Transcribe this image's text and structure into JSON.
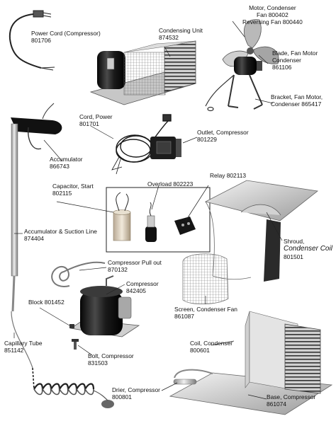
{
  "colors": {
    "ink": "#111111",
    "leader": "#222222",
    "metal_light": "#e4e4e4",
    "metal_mid": "#a9a9a9",
    "metal_dark": "#4a4a4a",
    "black": "#141414"
  },
  "parts": {
    "power_cord_compressor": {
      "line1": "Power Cord (Compressor)",
      "line2": "801706",
      "icon": "power-cord-icon"
    },
    "condensing_unit": {
      "line1": "Condensing Unit",
      "line2": "874532",
      "icon": "condensing-unit-icon"
    },
    "motor_condenser": {
      "line1": "Motor, Condenser",
      "line2": "Fan 800402",
      "line3": "Reversing Fan 800440",
      "icon": "fan-motor-icon"
    },
    "blade_fan_motor": {
      "line1": "Blade, Fan Motor",
      "line2": "Condenser",
      "line3": "861106",
      "icon": "fan-blade-icon"
    },
    "bracket_fan_motor": {
      "line1": "Bracket, Fan Motor,",
      "line2": "Condenser 865417",
      "icon": "bracket-icon"
    },
    "cord_power": {
      "line1": "Cord, Power",
      "line2": "801701",
      "icon": "cord-icon"
    },
    "outlet_compressor": {
      "line1": "Outlet, Compressor",
      "line2": "801229",
      "icon": "outlet-icon"
    },
    "accumulator": {
      "line1": "Accumulator",
      "line2": "866743",
      "icon": "accumulator-icon"
    },
    "overload": {
      "line1": "Overload 802223",
      "icon": "overload-icon"
    },
    "relay": {
      "line1": "Relay 802113",
      "icon": "relay-icon"
    },
    "capacitor_start": {
      "line1": "Capacitor, Start",
      "line2": "802115",
      "icon": "capacitor-icon"
    },
    "accumulator_suction_line": {
      "line1": "Accumulator & Suction Line",
      "line2": "874404",
      "icon": "suction-line-icon"
    },
    "shroud": {
      "line1": "Shroud,",
      "line2": "Condenser Coil",
      "line3": "801501",
      "icon": "shroud-icon"
    },
    "compressor_pull_out": {
      "line1": "Compressor Pull out",
      "line2": "870132",
      "icon": "pull-out-icon"
    },
    "compressor": {
      "line1": "Compressor",
      "line2": "842405",
      "icon": "compressor-icon"
    },
    "block": {
      "line1": "Block 801452",
      "icon": "block-icon"
    },
    "screen_condenser_fan": {
      "line1": "Screen, Condenser Fan",
      "line2": "861087",
      "icon": "screen-icon"
    },
    "capillary_tube": {
      "line1": "Capillary Tube",
      "line2": "851142",
      "icon": "capillary-tube-icon"
    },
    "bolt_compressor": {
      "line1": "Bolt, Compressor",
      "line2": "831503",
      "icon": "bolt-icon"
    },
    "coil_condenser": {
      "line1": "Coil, Condenser",
      "line2": "800601",
      "icon": "condenser-coil-icon"
    },
    "drier_compressor": {
      "line1": "Drier, Compressor",
      "line2": "800801",
      "icon": "drier-icon"
    },
    "base_compressor": {
      "line1": "Base, Compressor",
      "line2": "861074",
      "icon": "base-plate-icon"
    }
  }
}
